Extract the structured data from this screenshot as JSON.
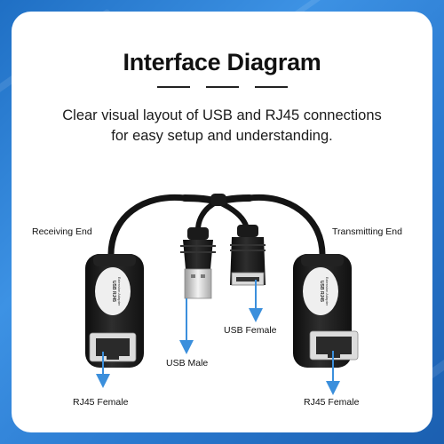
{
  "title": "Interface Diagram",
  "subtitle_line1": "Clear visual layout of USB and RJ45 connections",
  "subtitle_line2": "for easy setup and understanding.",
  "labels": {
    "receiving_end": "Receiving End",
    "transmitting_end": "Transmitting End",
    "usb_male": "USB Male",
    "usb_female": "USB Female",
    "rj45_female_left": "RJ45 Female",
    "rj45_female_right": "RJ45 Female"
  },
  "device_print": "USB RJ45 Extension Adapter",
  "colors": {
    "background": "#2a79cf",
    "card": "#ffffff",
    "arrow": "#3b8fdc",
    "device": "#1c1c1c"
  }
}
